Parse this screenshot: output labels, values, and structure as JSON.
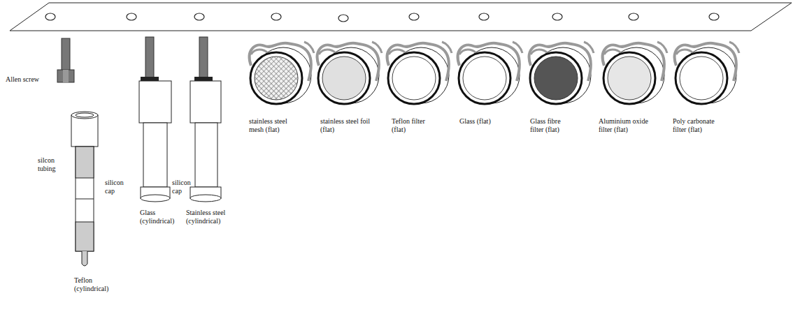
{
  "diagram": {
    "labels": [
      "Allen screw",
      "stainless steel mesh (flat)",
      "stainless steel foil (flat)",
      "Teflon filter (flat)",
      "Glass (flat)",
      "Glass fibre filter (flat)",
      "Aluminium oxide filter (flat)",
      "Poly carbonate filter (flat)",
      "silcon tubing",
      "silicon cap",
      "silicon cap",
      "Glass (cylindrical)",
      "Stainless steel (cylindrical)",
      "Teflon (cylindrical)"
    ]
  }
}
